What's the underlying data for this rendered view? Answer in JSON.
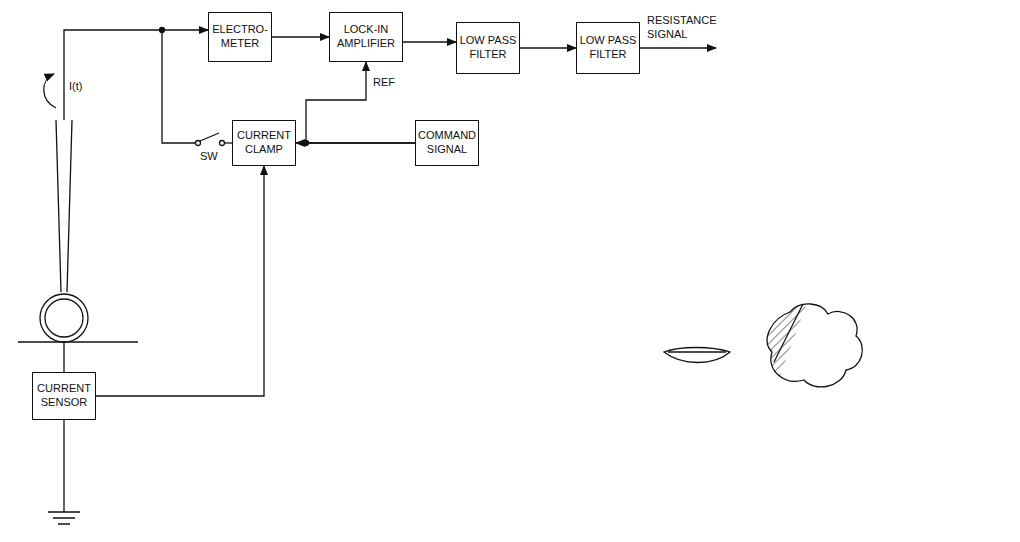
{
  "diagram": {
    "nodes": [
      {
        "text": [
          "ELECTRO- METER"
        ]
      },
      {
        "text": [
          "LOCK-IN AMPLIFIER"
        ]
      },
      {
        "text": [
          "LOW PASS FILTER"
        ]
      },
      {
        "text": [
          "LOW PASS FILTER"
        ]
      },
      {
        "text": [
          "CURRENT CLAMP"
        ]
      },
      {
        "text": [
          "COMMAND SIGNAL"
        ]
      },
      {
        "text": [
          "CURRENT SENSOR"
        ]
      }
    ],
    "edges": [
      {
        "from": 0,
        "to": 1,
        "arrow": "to"
      },
      {
        "from": 1,
        "to": 2,
        "arrow": "to"
      },
      {
        "from": 2,
        "to": 3,
        "arrow": "to"
      },
      {
        "from": 5,
        "to": 4,
        "arrow": "to"
      },
      {
        "from": 5,
        "to": 1,
        "arrow": "to"
      },
      {
        "from": 6,
        "to": 4,
        "arrow": "to"
      }
    ],
    "labels": [
      "RESISTANCE SIGNAL",
      "I(t)",
      "SW",
      "REF"
    ]
  }
}
